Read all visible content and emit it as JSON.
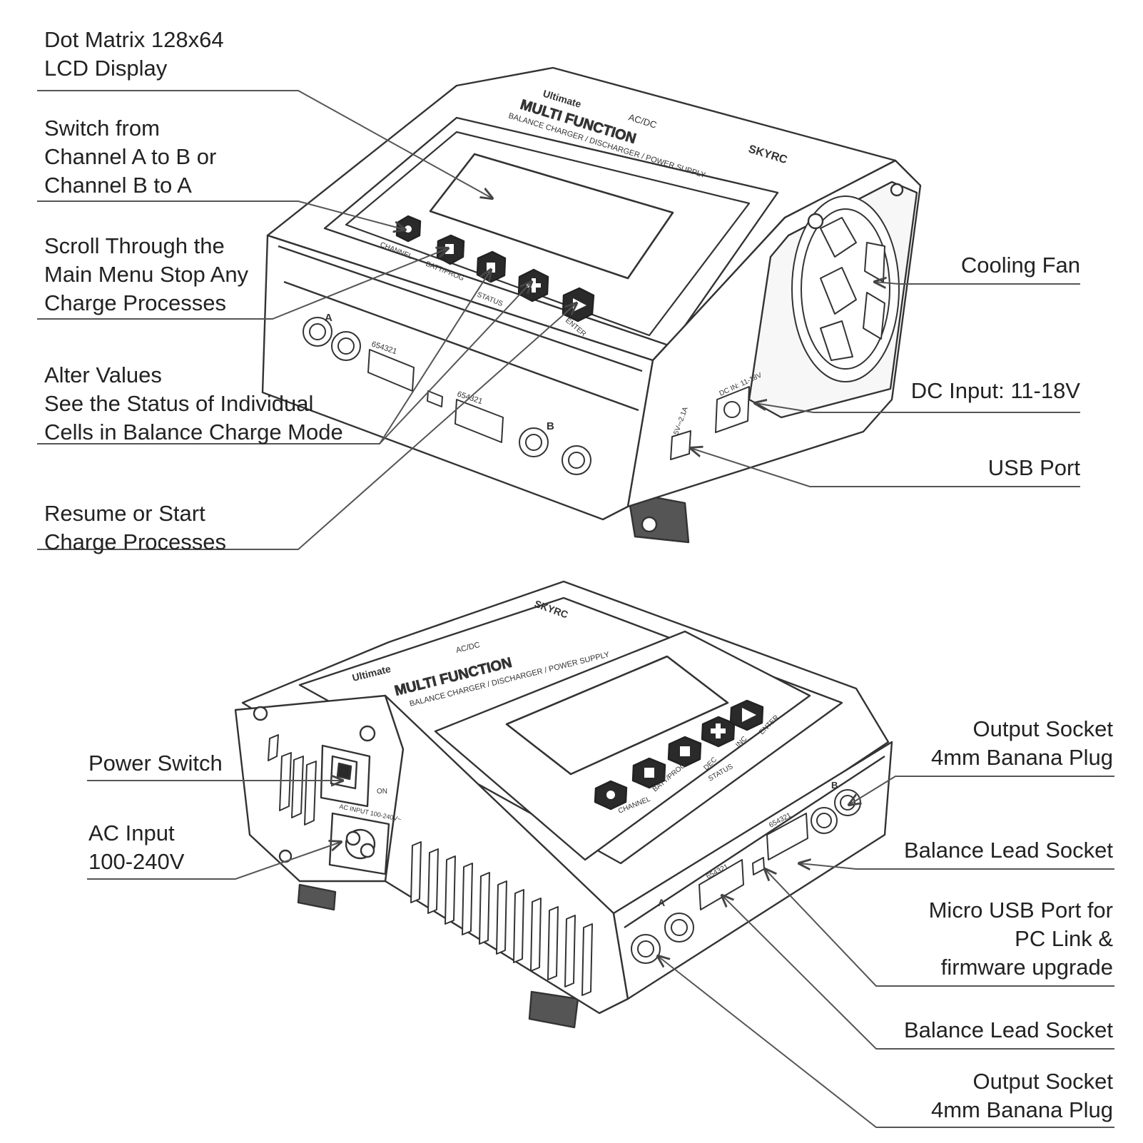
{
  "callouts": {
    "lcd": [
      "Dot Matrix 128x64",
      "LCD Display"
    ],
    "channel_switch": [
      "Switch from",
      "Channel A to B or",
      "Channel B to A"
    ],
    "scroll": [
      "Scroll Through the",
      "Main Menu Stop Any",
      "Charge Processes"
    ],
    "alter": [
      "Alter Values",
      "See the Status of Individual",
      "Cells in Balance Charge Mode"
    ],
    "resume": [
      "Resume or Start",
      "Charge Processes"
    ],
    "fan": [
      "Cooling Fan"
    ],
    "dc_input": [
      "DC Input: 11-18V"
    ],
    "usb_port": [
      "USB Port"
    ],
    "power_switch": [
      "Power Switch"
    ],
    "ac_input": [
      "AC Input",
      "100-240V"
    ],
    "output_socket_b": [
      "Output Socket",
      "4mm Banana  Plug"
    ],
    "balance_b": [
      "Balance  Lead Socket"
    ],
    "micro_usb": [
      "Micro USB Port for",
      "PC Link &",
      "firmware upgrade"
    ],
    "balance_a": [
      "Balance  Lead Socket"
    ],
    "output_socket_a": [
      "Output Socket",
      "4mm Banana  Plug"
    ]
  },
  "device_text": {
    "brand": "SKYRC",
    "model": "Ultimate",
    "acdc": "AC/DC",
    "multi_function": "MULTI FUNCTION",
    "subtitle": "BALANCE CHARGER / DISCHARGER / POWER SUPPLY",
    "btn_channel": "CHANNEL",
    "btn_battprog": "BATT/PROG",
    "btn_stop": "Stop",
    "btn_dec": "DEC",
    "btn_inc": "INC",
    "btn_status": "STATUS",
    "btn_enter": "ENTER",
    "btn_start": "Start",
    "port_a": "A",
    "port_b": "B",
    "balance_pins": "654321",
    "usb_rating": "5V⎓2.1A",
    "dc_in": "DC IN: 11-18V",
    "ac_input_label": "AC INPUT 100-240V~",
    "on_label": "ON"
  },
  "colors": {
    "ink": "#333333",
    "text": "#222222",
    "leader": "#555555",
    "fill": "#ffffff",
    "dark": "#2a2a2a"
  }
}
